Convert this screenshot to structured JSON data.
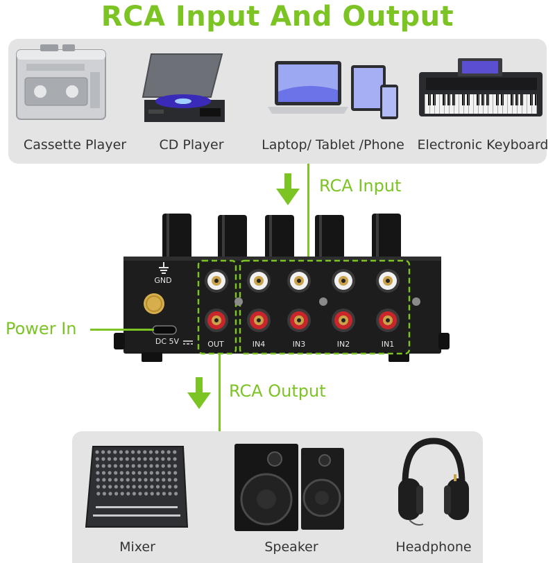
{
  "title": "RCA Input And Output",
  "inputs": [
    {
      "label": "Cassette Player",
      "icon": "cassette-player-icon"
    },
    {
      "label": "CD Player",
      "icon": "cd-player-icon"
    },
    {
      "label": "Laptop/ Tablet /Phone",
      "icon": "laptop-tablet-phone-icon"
    },
    {
      "label": "Electronic Keyboard",
      "icon": "electronic-keyboard-icon"
    }
  ],
  "outputs": [
    {
      "label": "Mixer",
      "icon": "mixer-icon"
    },
    {
      "label": "Speaker",
      "icon": "speaker-icon"
    },
    {
      "label": "Headphone",
      "icon": "headphone-icon"
    }
  ],
  "callouts": {
    "rca_input": "RCA Input",
    "rca_output": "RCA Output",
    "power_in": "Power In"
  },
  "device": {
    "gnd": "GND",
    "dc": "DC 5V",
    "out": "OUT",
    "in4": "IN4",
    "in3": "IN3",
    "in2": "IN2",
    "in1": "IN1"
  },
  "colors": {
    "accent": "#7cc324",
    "panel": "#e4e4e4",
    "device_body": "#1d1d1d",
    "rca_red": "#c8262b"
  }
}
